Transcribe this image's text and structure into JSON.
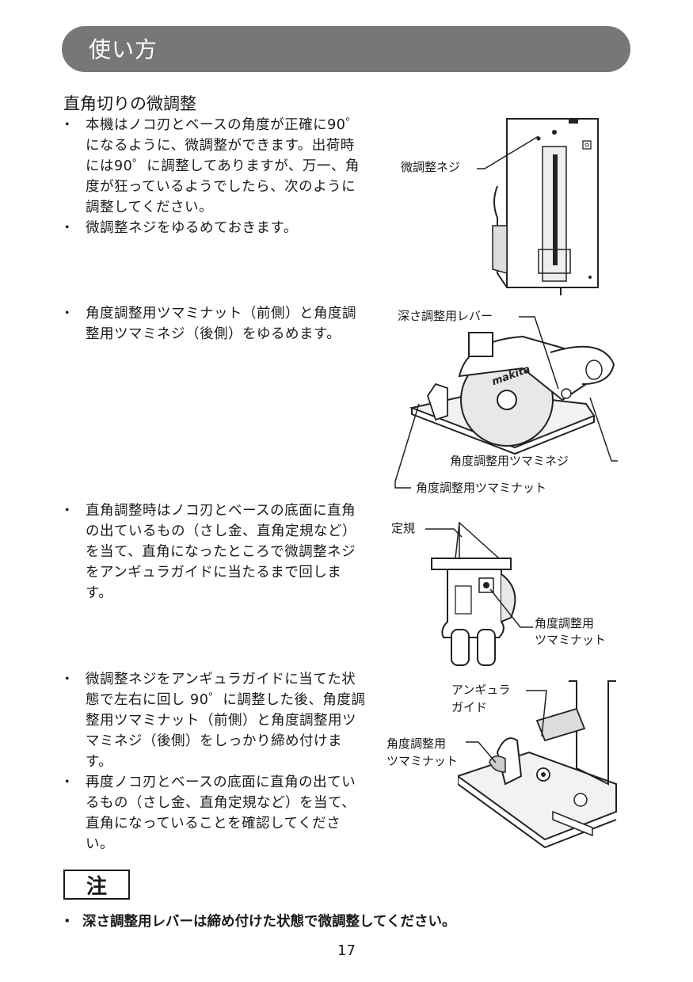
{
  "header": {
    "title": "使い方"
  },
  "section": {
    "title": "直角切りの微調整"
  },
  "steps": [
    {
      "bullets": [
        "本機はノコ刃とベースの角度が正確に90゜になるように、微調整ができます。出荷時には90゜に調整してありますが、万一、角度が狂っているようでしたら、次のように調整してください。",
        "微調整ネジをゆるめておきます。"
      ]
    },
    {
      "bullets": [
        "角度調整用ツマミナット（前側）と角度調整用ツマミネジ（後側）をゆるめます。"
      ]
    },
    {
      "bullets": [
        "直角調整時はノコ刃とベースの底面に直角の出ているもの（さし金、直角定規など）を当て、直角になったところで微調整ネジをアンギュラガイドに当たるまで回します。"
      ]
    },
    {
      "bullets": [
        "微調整ネジをアンギュラガイドに当てた状態で左右に回し 90゜に調整した後、角度調整用ツマミナット（前側）と角度調整用ツマミネジ（後側）をしっかり締め付けます。",
        "再度ノコ刃とベースの底面に直角の出ているもの（さし金、直角定規など）を当て、直角になっていることを確認してください。"
      ]
    }
  ],
  "figures": {
    "fig1": {
      "label_screw": "微調整ネジ"
    },
    "fig2": {
      "label_depth_lever": "深さ調整用レバー",
      "label_angle_screw": "角度調整用ツマミネジ",
      "label_angle_nut": "角度調整用ツマミナット",
      "brand": "makita"
    },
    "fig3": {
      "label_square": "定規",
      "label_nut_line1": "角度調整用",
      "label_nut_line2": "ツマミナット"
    },
    "fig4": {
      "label_guide_line1": "アンギュラ",
      "label_guide_line2": "ガイド",
      "label_nut_line1": "角度調整用",
      "label_nut_line2": "ツマミナット"
    }
  },
  "note": {
    "heading": "注",
    "text": "深さ調整用レバーは締め付けた状態で微調整してください。"
  },
  "page": {
    "number": "17"
  }
}
